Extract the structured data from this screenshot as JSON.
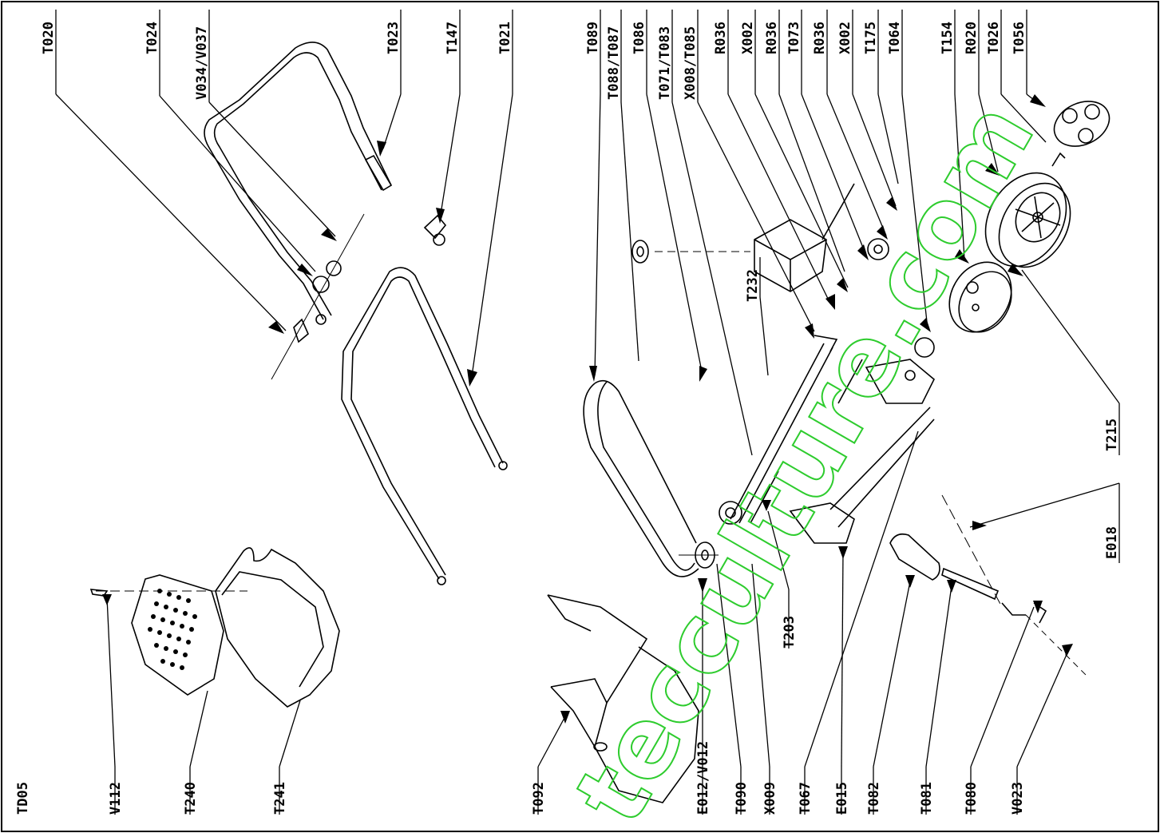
{
  "diagram": {
    "sheet_code": "TD05",
    "watermark": "tecculture.com",
    "labels": {
      "T020": "T020",
      "T024": "T024",
      "V034_V037": "V034/V037",
      "T023": "T023",
      "T147": "T147",
      "T021": "T021",
      "T089": "T089",
      "T088_T087": "T088/T087",
      "T086": "T086",
      "T071_T083": "T071/T083",
      "X008_T085": "X008/T085",
      "R036a": "R036",
      "X002a": "X002",
      "R036b": "R036",
      "T073": "T073",
      "R036c": "R036",
      "X002b": "X002",
      "T175": "T175",
      "T064": "T064",
      "T154": "T154",
      "R020": "R020",
      "T026": "T026",
      "T056": "T056",
      "T232": "T232",
      "T215": "T215",
      "E018": "E018",
      "V112": "V112",
      "T240": "T240",
      "T241": "T241",
      "T092": "T092",
      "E012_V012": "E012/V012",
      "T090": "T090",
      "X009": "X009",
      "T067": "T067",
      "T203": "T203",
      "E015": "E015",
      "T082": "T082",
      "T081": "T081",
      "T080": "T080",
      "V023": "V023"
    }
  }
}
